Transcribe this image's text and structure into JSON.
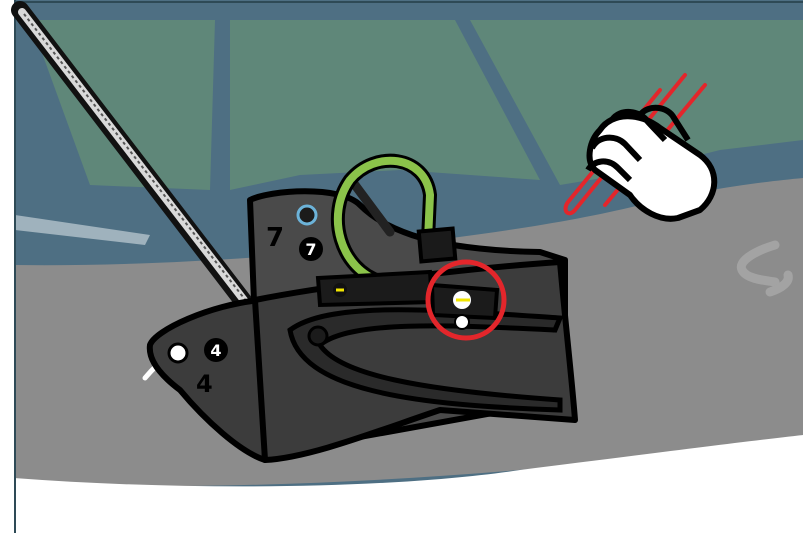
{
  "illustration": {
    "labels": {
      "upper_number": "7",
      "upper_badge": "7",
      "lower_badge": "4",
      "lower_number": "4"
    },
    "icons": {
      "hand": "tap-hand-icon",
      "logo": "brand-swoosh-icon",
      "highlight": "highlight-circle"
    },
    "colors": {
      "background_blue": "#4d6f82",
      "background_green": "#5f877a",
      "surface_gray": "#8c8c8c",
      "device_dark": "#3c3c3c",
      "loop_green": "#8bc34a",
      "highlight_red": "#e3262b",
      "accent_yellow": "#f2e600"
    }
  }
}
